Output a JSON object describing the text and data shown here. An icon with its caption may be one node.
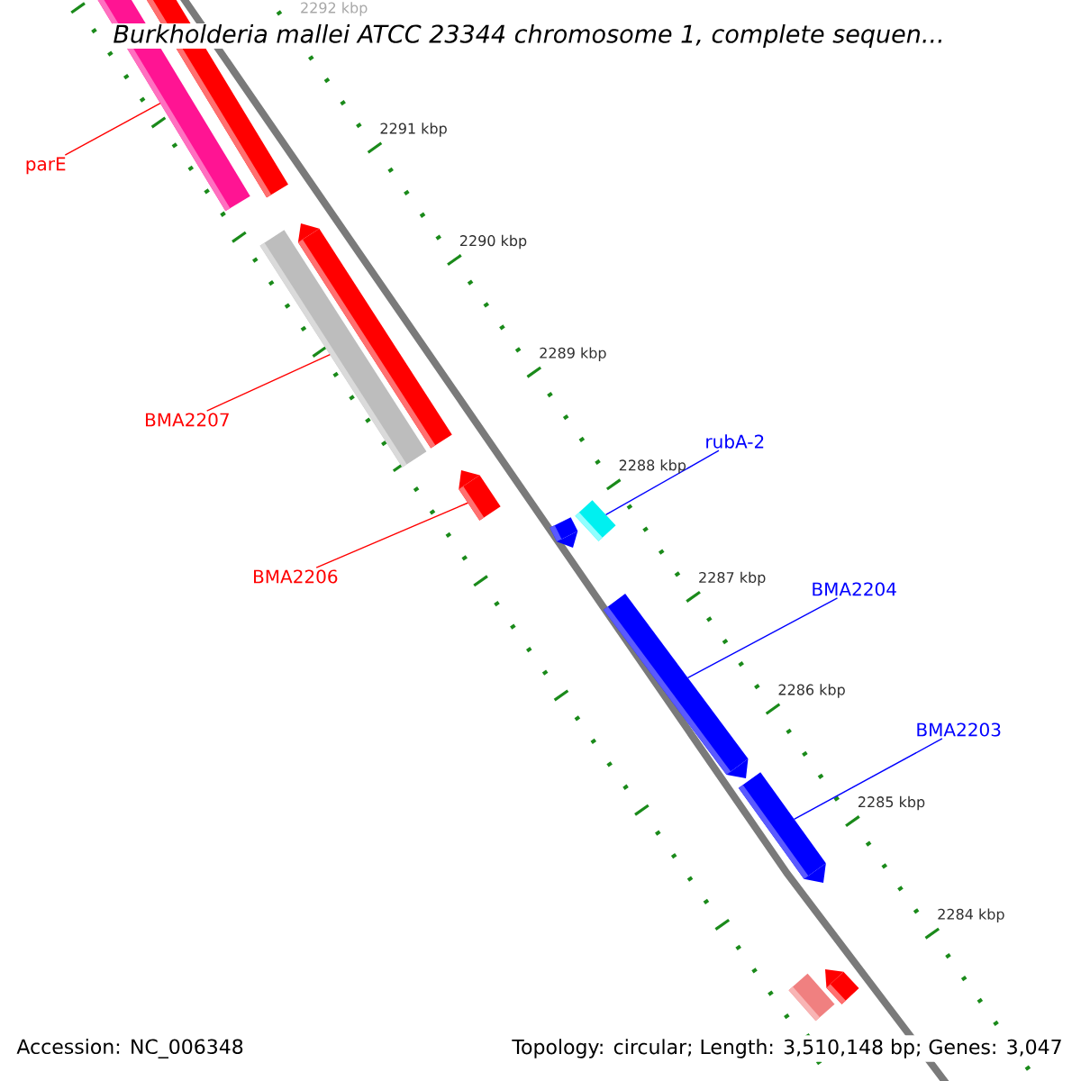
{
  "diagram": {
    "title": "Burkholderia mallei ATCC 23344 chromosome 1, complete sequen...",
    "nodes": [
      {
        "text": [
          "parE"
        ]
      },
      {
        "text": [],
        "shape": "bar"
      },
      {
        "text": [],
        "shape": "bar"
      },
      {
        "text": [],
        "shape": "bar"
      },
      {
        "text": [],
        "shape": "arrow"
      },
      {
        "text": [
          "BMA2207"
        ]
      },
      {
        "text": [
          "BMA2206"
        ]
      },
      {
        "text": [],
        "shape": "arrow"
      },
      {
        "text": [],
        "shape": "arrow"
      },
      {
        "text": [],
        "shape": "bar"
      },
      {
        "text": [
          "rubA-2"
        ]
      },
      {
        "text": [
          "BMA2204"
        ]
      },
      {
        "text": [],
        "shape": "arrow"
      },
      {
        "text": [
          "BMA2203"
        ]
      },
      {
        "text": [],
        "shape": "arrow"
      },
      {
        "text": [],
        "shape": "bar"
      },
      {
        "text": [],
        "shape": "arrow"
      }
    ],
    "edges": [
      {
        "from": 0,
        "to": 1,
        "arrow": "none",
        "color": "#ff0000"
      },
      {
        "from": 5,
        "to": 3,
        "arrow": "none",
        "color": "#ff0000"
      },
      {
        "from": 6,
        "to": 7,
        "arrow": "none",
        "color": "#ff0000"
      },
      {
        "from": 10,
        "to": 9,
        "arrow": "none",
        "color": "#0000ff"
      },
      {
        "from": 11,
        "to": 12,
        "arrow": "none",
        "color": "#0000ff"
      },
      {
        "from": 13,
        "to": 14,
        "arrow": "none",
        "color": "#0000ff"
      }
    ],
    "labels": [
      "2292 kbp",
      "2291 kbp",
      "2290 kbp",
      "2289 kbp",
      "2288 kbp",
      "2287 kbp",
      "2286 kbp",
      "2285 kbp",
      "2284 kbp",
      "Accession: NC_006348",
      "Topology: circular; Length: 3,510,148 bp; Genes: 3,047"
    ]
  }
}
